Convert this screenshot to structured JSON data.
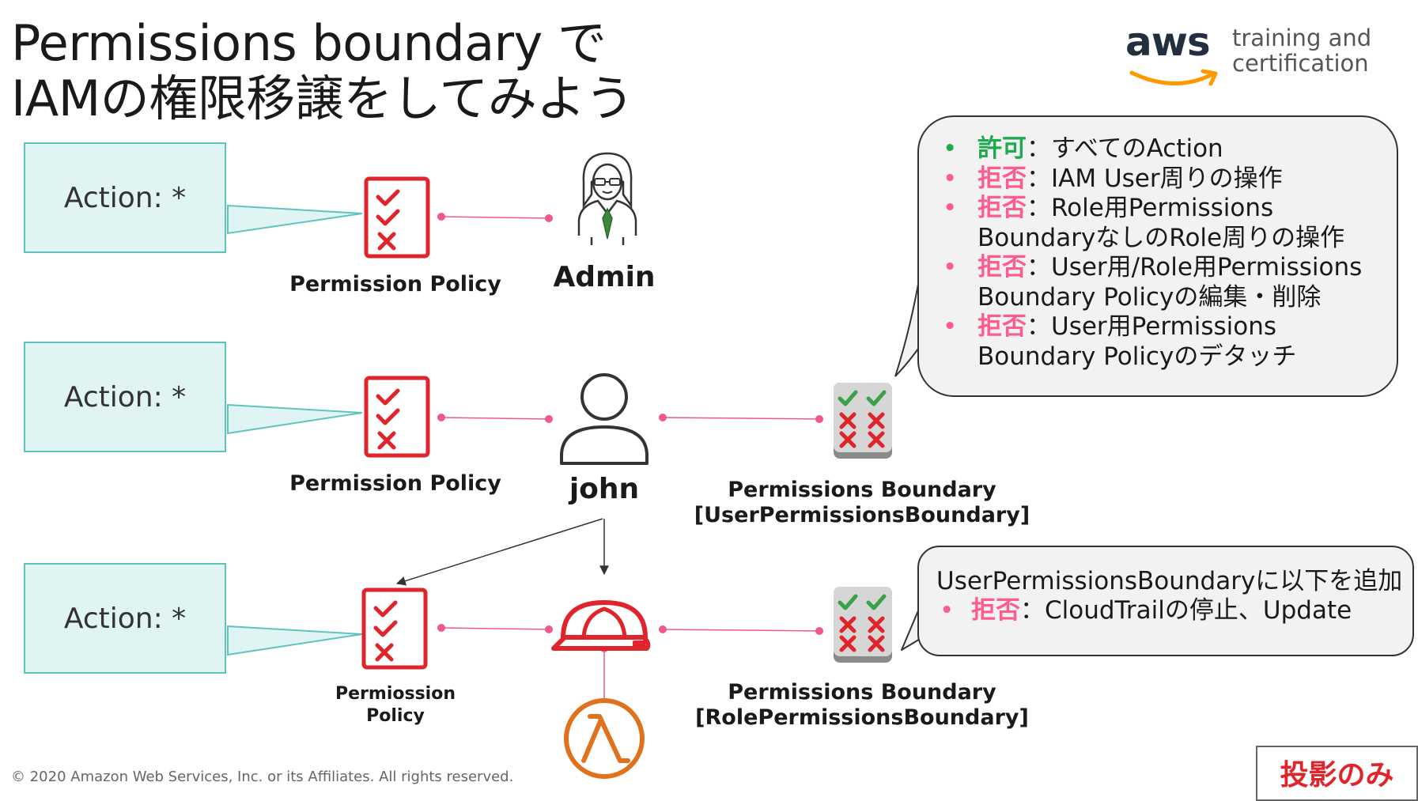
{
  "title": {
    "line1": "Permissions boundary で",
    "line2": "IAMの権限移譲をしてみよう"
  },
  "logo": {
    "brand": "aws",
    "line1": "training and",
    "line2": "certification"
  },
  "rows": [
    {
      "action": "Action: *",
      "policy_label": "Permission Policy",
      "principal": "Admin"
    },
    {
      "action": "Action: *",
      "policy_label": "Permission Policy",
      "principal": "john",
      "boundary_line1": "Permissions Boundary",
      "boundary_line2": "[UserPermissionsBoundary]"
    },
    {
      "action": "Action: *",
      "policy_label_line1": "Permiossion",
      "policy_label_line2": "Policy",
      "boundary_line1": "Permissions Boundary",
      "boundary_line2": "[RolePermissionsBoundary]"
    }
  ],
  "bubble1": {
    "items": [
      {
        "tag": "許可",
        "text": "：すべてのAction"
      },
      {
        "tag": "拒否",
        "text": "：IAM User周りの操作"
      },
      {
        "tag": "拒否",
        "text": "：Role用Permissions",
        "text2": "BoundaryなしのRole周りの操作"
      },
      {
        "tag": "拒否",
        "text": "：User用/Role用Permissions",
        "text2": "Boundary Policyの編集・削除"
      },
      {
        "tag": "拒否",
        "text": "：User用Permissions",
        "text2": "Boundary Policyのデタッチ"
      }
    ]
  },
  "bubble2": {
    "heading": "UserPermissionsBoundaryに以下を追加",
    "tag": "拒否",
    "text": "：CloudTrailの停止、Update"
  },
  "footer": {
    "copyright": "© 2020 Amazon Web Services, Inc. or its Affiliates. All rights reserved.",
    "stamp": "投影のみ"
  },
  "colors": {
    "policy_red": "#e0242b",
    "connector_pink": "#f0578a",
    "action_box_fill": "#dff4f3",
    "action_box_border": "#5fc4bd",
    "allow_green": "#1eaa4f",
    "deny_pink": "#ff5c8d",
    "lambda_orange": "#e0721e",
    "aws_orange": "#ff9900"
  },
  "icons": [
    "checklist-policy-icon",
    "admin-user-icon",
    "user-icon",
    "permissions-boundary-icon",
    "iam-role-hardhat-icon",
    "lambda-icon"
  ]
}
